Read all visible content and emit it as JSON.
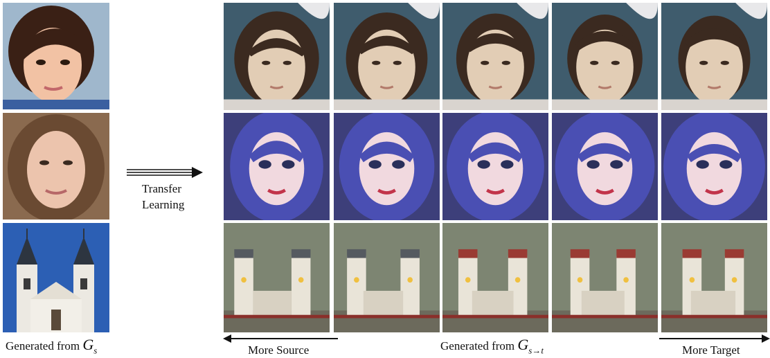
{
  "colors": {
    "portrait_bg": "#3f5c6d",
    "portrait_skin": "#e2cdb5",
    "portrait_hair": "#3b2a20",
    "anime_bg": "#3d3f7a",
    "anime_hair": "#4a4fb3",
    "anime_skin": "#f1d9df",
    "painting_bg": "#7d8572",
    "painting_building": "#e9e4d8",
    "painting_roof": "#9a3b33",
    "sky_blue": "#2c5fb4",
    "photo_child_skin": "#f2c2a4",
    "photo_child_hair": "#3a2015",
    "photo_woman_skin": "#ecc4ad",
    "photo_woman_hair": "#6a4a32"
  },
  "source_column": {
    "caption_text": "Generated from ",
    "symbol_letter": "G",
    "symbol_sub": "s",
    "tiles": [
      {
        "kind": "child-photo-icon"
      },
      {
        "kind": "woman-photo-icon"
      },
      {
        "kind": "church-photo-icon"
      }
    ]
  },
  "transfer": {
    "line1": "Transfer",
    "line2": "Learning",
    "icon": "double-arrow-right-icon"
  },
  "grid": {
    "rows": [
      {
        "style": "portrait-painting",
        "tiles": 5
      },
      {
        "style": "anime-blue-hair",
        "tiles": 5
      },
      {
        "style": "impressionist-building",
        "tiles": 5
      }
    ]
  },
  "bottom": {
    "left_label": "More Source",
    "middle_text": "Generated from ",
    "middle_letter": "G",
    "middle_sub": "s→t",
    "right_label": "More Target"
  }
}
